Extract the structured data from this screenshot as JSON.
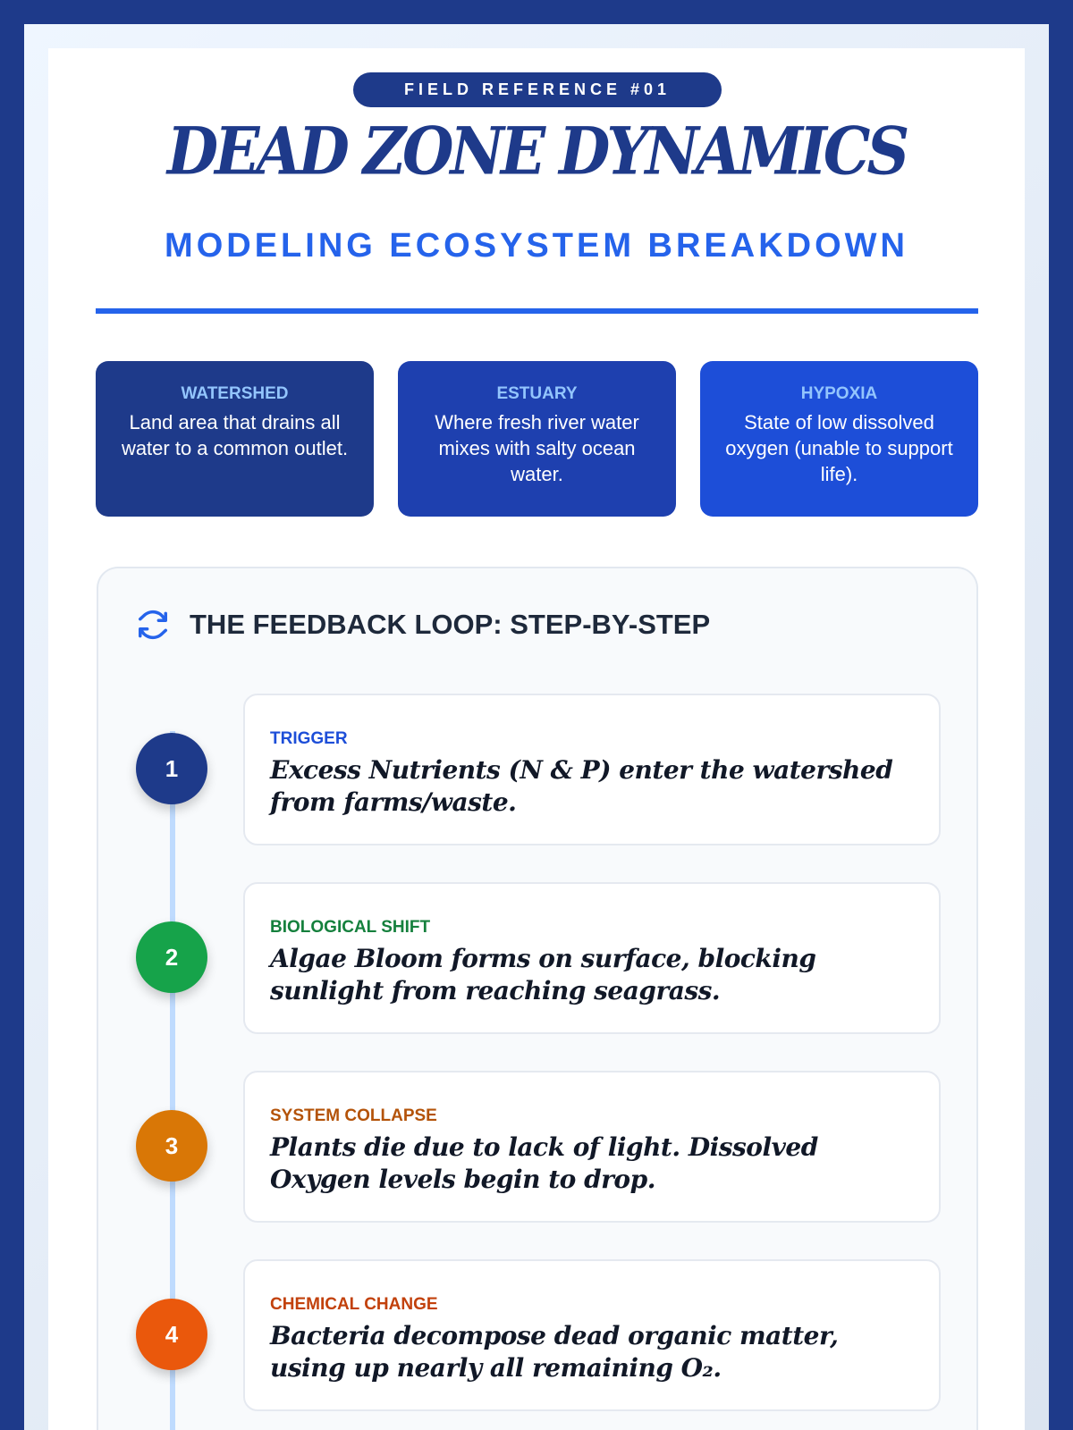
{
  "header": {
    "badge": "FIELD REFERENCE #01",
    "title": "DEAD ZONE DYNAMICS",
    "subtitle": "MODELING ECOSYSTEM BREAKDOWN"
  },
  "definitions": [
    {
      "term": "WATERSHED",
      "text": "Land area that drains all water to a common outlet.",
      "color": "#1e3a8a"
    },
    {
      "term": "ESTUARY",
      "text": "Where fresh river water mixes with salty ocean water.",
      "color": "#1e40af"
    },
    {
      "term": "HYPOXIA",
      "text": "State of low dissolved oxygen (unable to support life).",
      "color": "#1d4ed8"
    }
  ],
  "section": {
    "title": "THE FEEDBACK LOOP: STEP-BY-STEP",
    "icon": "refresh-icon"
  },
  "steps": [
    {
      "num": "1",
      "label": "TRIGGER",
      "text": "Excess Nutrients (N & P) enter the watershed from farms/waste.",
      "color": "#1e3a8a",
      "label_color": "#1d4ed8"
    },
    {
      "num": "2",
      "label": "BIOLOGICAL SHIFT",
      "text": "Algae Bloom forms on surface, blocking sunlight from reaching seagrass.",
      "color": "#16a34a",
      "label_color": "#15803d"
    },
    {
      "num": "3",
      "label": "SYSTEM COLLAPSE",
      "text": "Plants die due to lack of light. Dissolved Oxygen levels begin to drop.",
      "color": "#d97706",
      "label_color": "#b45309"
    },
    {
      "num": "4",
      "label": "CHEMICAL CHANGE",
      "text": "Bacteria decompose dead organic matter, using up nearly all remaining O₂.",
      "color": "#ea580c",
      "label_color": "#c2410c"
    }
  ]
}
